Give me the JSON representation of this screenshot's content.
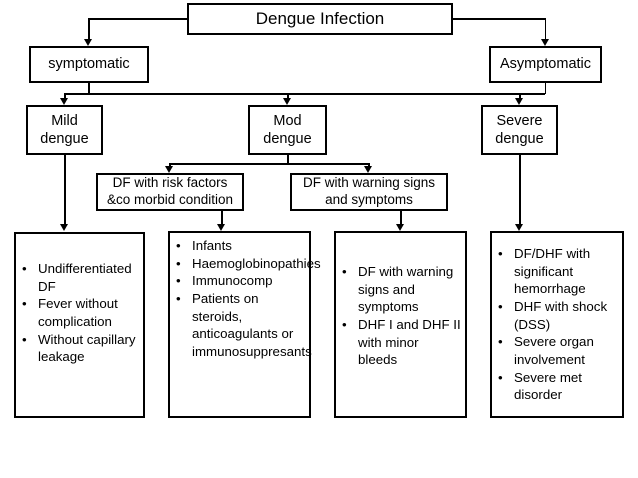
{
  "diagram": {
    "title": "Dengue Infection classification flowchart",
    "colors": {
      "line": "#000000",
      "box_border": "#000000",
      "background": "#ffffff",
      "text": "#000000"
    },
    "nodes": {
      "root": {
        "label": "Dengue Infection"
      },
      "symptomatic": {
        "label": "symptomatic"
      },
      "asymptomatic": {
        "label": "Asymptomatic"
      },
      "mild_dengue": {
        "line1": "Mild",
        "line2": "dengue"
      },
      "mod_dengue": {
        "line1": "Mod",
        "line2": "dengue"
      },
      "severe_dengue": {
        "line1": "Severe",
        "line2": "dengue"
      },
      "risk_factors": {
        "line1": "DF with risk factors",
        "line2": "&co morbid condition"
      },
      "warning_signs": {
        "line1": "DF with warning signs",
        "line2": "and symptoms"
      }
    },
    "leaf_boxes": {
      "mild": {
        "bullet": "•",
        "items": [
          "Undifferentiated DF",
          "Fever without complication",
          "Without capillary leakage"
        ]
      },
      "risk": {
        "bullet": "•",
        "items": [
          "Infants",
          "Haemoglobinopathies",
          "Immunocomp",
          "Patients on steroids, anticoagulants or immunosuppresants"
        ]
      },
      "warning": {
        "bullet": "•",
        "items": [
          "DF with warning signs and symptoms",
          "DHF I and DHF II with minor bleeds"
        ]
      },
      "severe": {
        "bullet": "•",
        "items": [
          "DF/DHF with significant hemorrhage",
          "DHF with shock (DSS)",
          "Severe organ involvement",
          "Severe met disorder"
        ]
      }
    }
  }
}
